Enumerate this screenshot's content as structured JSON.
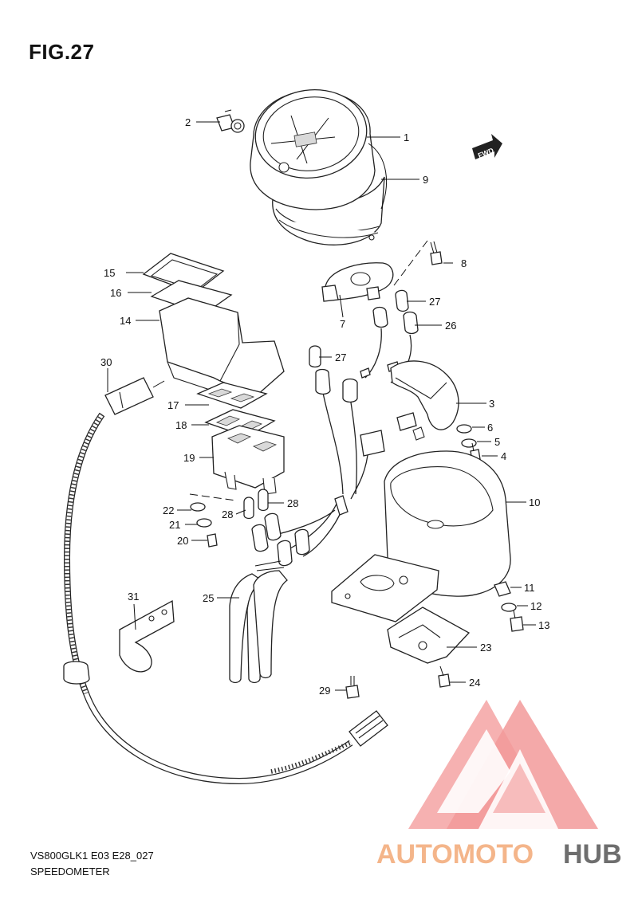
{
  "figure": {
    "title": "FIG.27"
  },
  "footer": {
    "model_code": "VS800GLK1 E03 E28_027",
    "section": "SPEEDOMETER"
  },
  "direction_marker": "FWD",
  "watermark": {
    "part1": "AUTOMOTO",
    "part2": "HUB",
    "colors": {
      "primary": "#f4a3a3",
      "light": "#f9cfa0",
      "dark": "#6e6e6e"
    }
  },
  "callouts": [
    {
      "id": "c1",
      "text": "1"
    },
    {
      "id": "c2",
      "text": "2"
    },
    {
      "id": "c3",
      "text": "3"
    },
    {
      "id": "c4",
      "text": "4"
    },
    {
      "id": "c5",
      "text": "5"
    },
    {
      "id": "c6",
      "text": "6"
    },
    {
      "id": "c7",
      "text": "7"
    },
    {
      "id": "c8",
      "text": "8"
    },
    {
      "id": "c9",
      "text": "9"
    },
    {
      "id": "c10",
      "text": "10"
    },
    {
      "id": "c11",
      "text": "11"
    },
    {
      "id": "c12",
      "text": "12"
    },
    {
      "id": "c13",
      "text": "13"
    },
    {
      "id": "c14",
      "text": "14"
    },
    {
      "id": "c15",
      "text": "15"
    },
    {
      "id": "c16",
      "text": "16"
    },
    {
      "id": "c17",
      "text": "17"
    },
    {
      "id": "c18",
      "text": "18"
    },
    {
      "id": "c19",
      "text": "19"
    },
    {
      "id": "c20",
      "text": "20"
    },
    {
      "id": "c21",
      "text": "21"
    },
    {
      "id": "c22",
      "text": "22"
    },
    {
      "id": "c23",
      "text": "23"
    },
    {
      "id": "c24",
      "text": "24"
    },
    {
      "id": "c25",
      "text": "25"
    },
    {
      "id": "c26",
      "text": "26"
    },
    {
      "id": "c27a",
      "text": "27"
    },
    {
      "id": "c27b",
      "text": "27"
    },
    {
      "id": "c28a",
      "text": "28"
    },
    {
      "id": "c28b",
      "text": "28"
    },
    {
      "id": "c29",
      "text": "29"
    },
    {
      "id": "c30",
      "text": "30"
    },
    {
      "id": "c31",
      "text": "31"
    }
  ]
}
